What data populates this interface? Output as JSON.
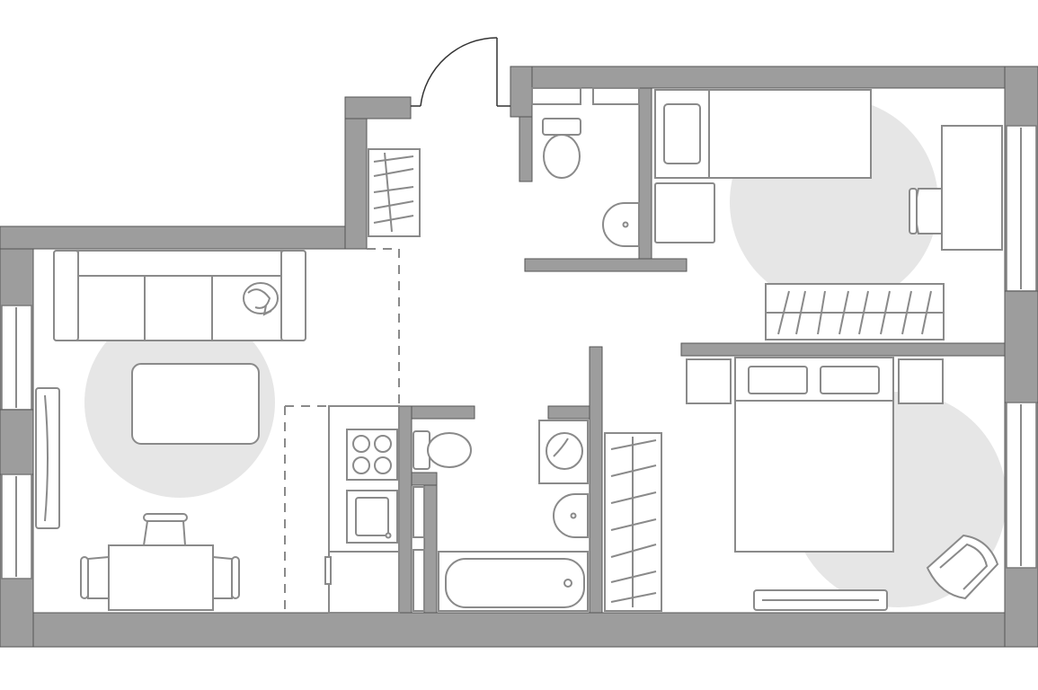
{
  "plan": {
    "colors": {
      "wall": "#9d9d9d",
      "furniture_stroke": "#8a8a8a",
      "rug": "#e6e6e6",
      "background": "#ffffff"
    },
    "rooms": [
      "living-room",
      "kitchen",
      "hallway",
      "toilet",
      "bathroom",
      "bedroom",
      "study-room"
    ]
  }
}
